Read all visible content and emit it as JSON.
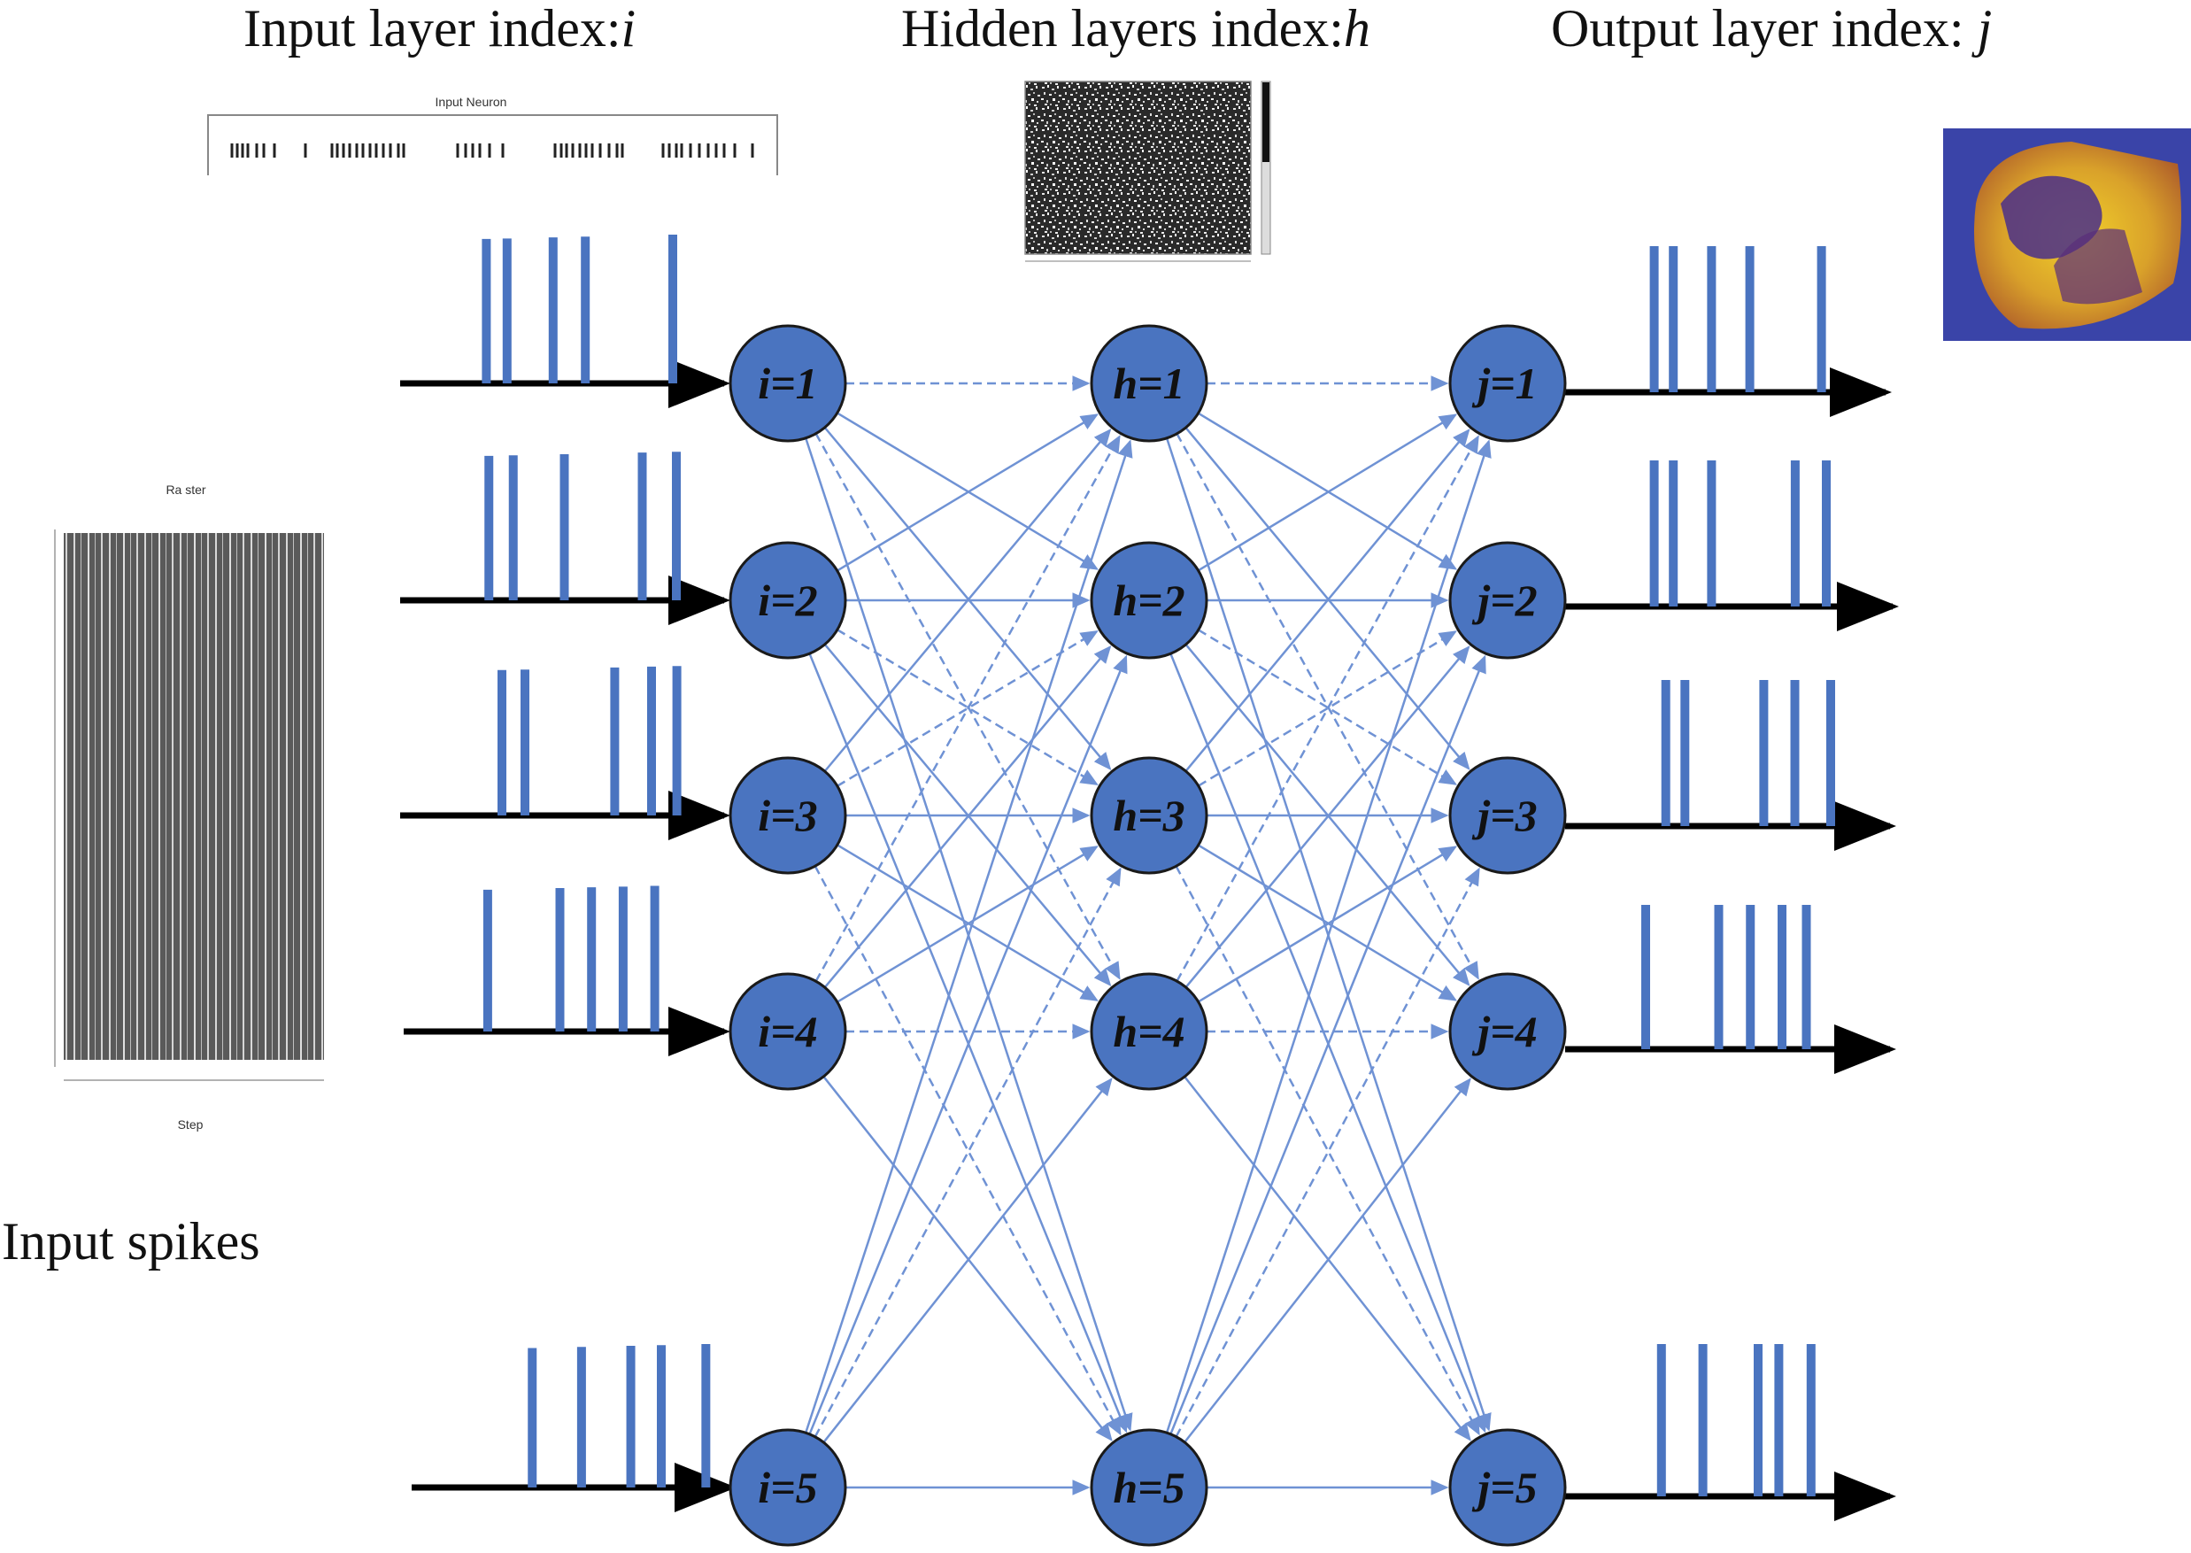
{
  "titles": {
    "input_prefix": "Input layer index:",
    "input_var": "i",
    "hidden_prefix": "Hidden layers index:",
    "hidden_var": "h",
    "output_prefix": "Output layer index: ",
    "output_var": "j"
  },
  "side_label": "Input spikes",
  "raster_title": "Input Neuron",
  "colors": {
    "node_fill": "#4a74c0",
    "node_stroke": "#1a1a1a",
    "spike": "#4a74c0",
    "connection": "#6f92d4",
    "axis_line": "#000000"
  },
  "layers": {
    "input": [
      "i=1",
      "i=2",
      "i=3",
      "i=4",
      "i=5"
    ],
    "hidden": [
      "h=1",
      "h=2",
      "h=3",
      "h=4",
      "h=5"
    ],
    "output": [
      "j=1",
      "j=2",
      "j=3",
      "j=4",
      "j=5"
    ]
  },
  "spike_trains": {
    "input": [
      [
        0.19,
        0.28,
        0.48,
        0.62,
        1.0
      ],
      [
        0.19,
        0.29,
        0.5,
        0.82,
        0.96
      ],
      [
        0.2,
        0.3,
        0.69,
        0.85,
        0.96
      ],
      [
        0.18,
        0.5,
        0.64,
        0.78,
        0.92
      ],
      [
        0.25,
        0.46,
        0.67,
        0.8,
        0.99
      ]
    ],
    "output": [
      [
        0.18,
        0.26,
        0.42,
        0.58,
        0.88
      ],
      [
        0.18,
        0.26,
        0.42,
        0.77,
        0.9
      ],
      [
        0.21,
        0.29,
        0.62,
        0.75,
        0.9
      ],
      [
        0.16,
        0.46,
        0.59,
        0.72,
        0.82
      ],
      [
        0.18,
        0.36,
        0.6,
        0.69,
        0.83
      ]
    ]
  }
}
